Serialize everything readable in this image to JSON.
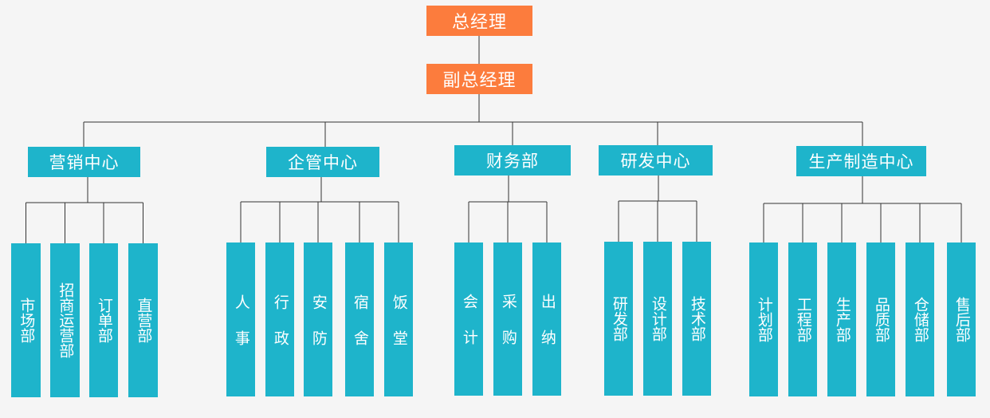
{
  "chart_title": "",
  "gm": {
    "label": "总经理"
  },
  "dgm": {
    "label": "副总经理"
  },
  "colors": {
    "executive": "#fc7c3d",
    "department": "#1eb4cb",
    "line": "#333333"
  },
  "centers": [
    {
      "name": "营销中心",
      "departments": [
        "市场部",
        "招商运营部",
        "订单部",
        "直营部"
      ]
    },
    {
      "name": "企管中心",
      "departments": [
        "人事",
        "行政",
        "安防",
        "宿舍",
        "饭堂"
      ]
    },
    {
      "name": "财务部",
      "departments": [
        "会计",
        "采购",
        "出纳"
      ]
    },
    {
      "name": "研发中心",
      "departments": [
        "研发部",
        "设计部",
        "技术部"
      ]
    },
    {
      "name": "生产制造中心",
      "departments": [
        "计划部",
        "工程部",
        "生产部",
        "品质部",
        "仓储部",
        "售后部"
      ]
    }
  ]
}
